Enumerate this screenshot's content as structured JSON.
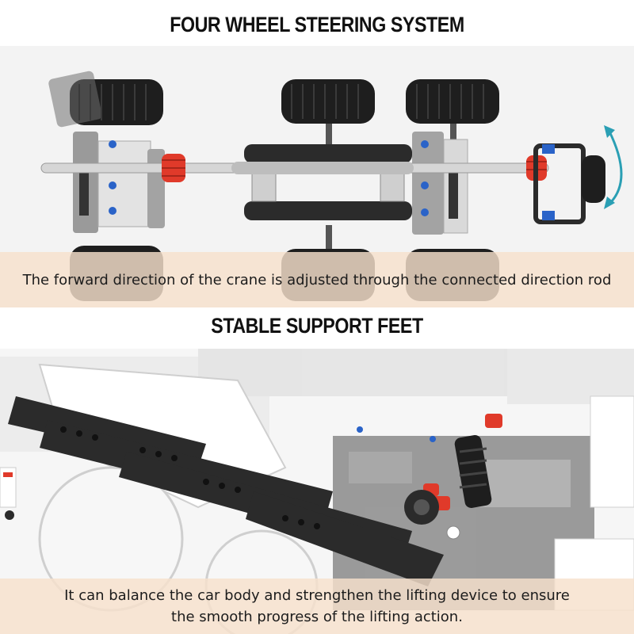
{
  "sections": [
    {
      "heading": "FOUR WHEEL STEERING SYSTEM",
      "caption": "The forward direction of the crane is adjusted through the connected direction rod"
    },
    {
      "heading": "STABLE SUPPORT FEET",
      "caption": "It can balance the car body and strengthen the lifting device to ensure the smooth progress of the lifting action."
    }
  ],
  "colors": {
    "caption_band": "#f7e0cc",
    "accent_red": "#e03a2a",
    "accent_blue": "#2a63c8",
    "arrow_teal": "#2a9fb4",
    "tire": "#1e1e1e",
    "beam_dark": "#2b2b2b",
    "beam_gray": "#8c8c8c"
  }
}
